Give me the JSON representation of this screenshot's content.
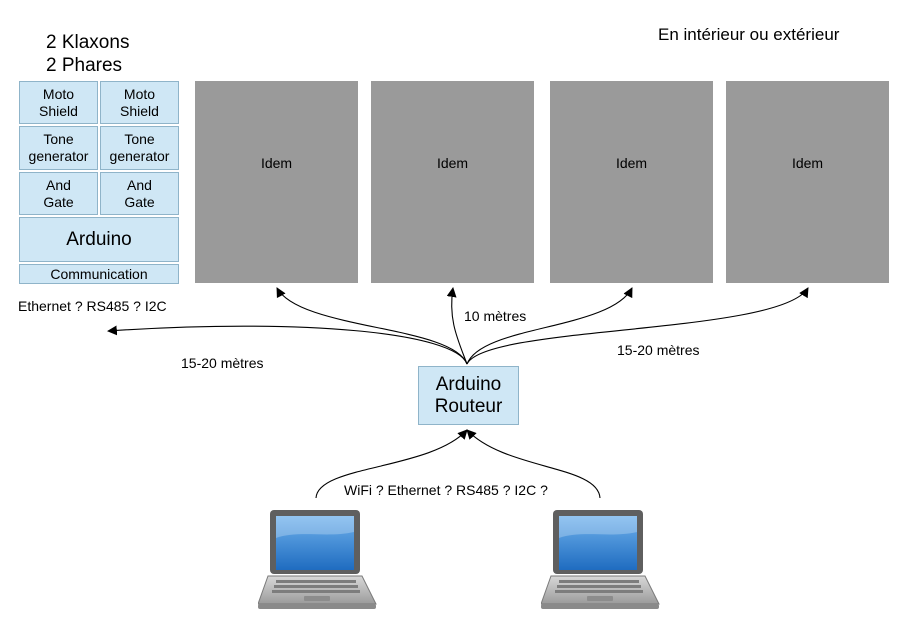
{
  "title_left": [
    "2 Klaxons",
    "2 Phares"
  ],
  "title_right": "En intérieur ou extérieur",
  "module": {
    "left_column": [
      "Moto\nShield",
      "Tone\ngenerator",
      "And\nGate"
    ],
    "right_column": [
      "Moto\nShield",
      "Tone\ngenerator",
      "And\nGate"
    ],
    "arduino": "Arduino",
    "communication": "Communication"
  },
  "panels": [
    "Idem",
    "Idem",
    "Idem",
    "Idem"
  ],
  "labels": {
    "protocols_top": "Ethernet ? RS485 ? I2C",
    "dist_left": "15-20 mètres",
    "dist_middle": "10 mètres",
    "dist_right": "15-20 mètres",
    "protocols_bottom": "WiFi ? Ethernet ? RS485 ? I2C ?"
  },
  "router": "Arduino\nRouteur",
  "icons": [
    "laptop-icon",
    "laptop-icon"
  ],
  "colors": {
    "box_fill": "#cfe7f5",
    "box_border": "#8fb4c9",
    "panel_fill": "#9a9a9a",
    "line": "#000000",
    "screen": "#2f7fd0"
  }
}
